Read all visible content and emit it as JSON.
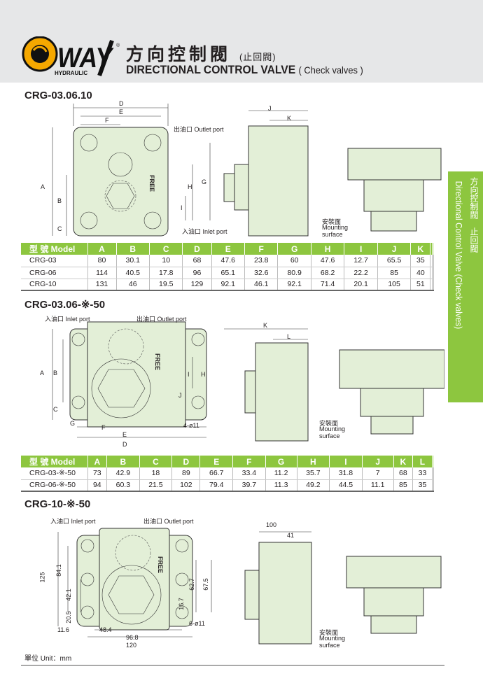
{
  "header": {
    "brand": "WAY",
    "brand_sub": "HYDRAULIC",
    "title_cn": "方向控制閥",
    "title_cn_sub": "(止回閥)",
    "title_en": "DIRECTIONAL CONTROL VALVE",
    "title_en_sub": "( Check valves )"
  },
  "side_tab": {
    "cn": "方向控制閥　止回閥",
    "en": "Directional Control Valve (Check valves)"
  },
  "colors": {
    "accent": "#8dc63f",
    "header_bg": "#e6e7e8",
    "body_fill": "#e3efd7"
  },
  "section1": {
    "title": "CRG-03.06.10",
    "labels": {
      "outlet": "出油口 Outlet port",
      "inlet": "入油口 Inlet port",
      "mount_cn": "安裝面",
      "mount_en": "Mounting",
      "mount_en2": "surface",
      "free": "FREE",
      "D": "D",
      "E": "E",
      "F": "F",
      "A": "A",
      "B": "B",
      "C": "C",
      "G": "G",
      "H": "H",
      "I": "I",
      "J": "J",
      "K": "K"
    },
    "table": {
      "headers": [
        "型 號 Model",
        "A",
        "B",
        "C",
        "D",
        "E",
        "F",
        "G",
        "H",
        "I",
        "J",
        "K",
        "",
        ""
      ],
      "rows": [
        [
          "CRG-03",
          "80",
          "30.1",
          "10",
          "68",
          "47.6",
          "23.8",
          "60",
          "47.6",
          "12.7",
          "65.5",
          "35",
          "",
          ""
        ],
        [
          "CRG-06",
          "114",
          "40.5",
          "17.8",
          "96",
          "65.1",
          "32.6",
          "80.9",
          "68.2",
          "22.2",
          "85",
          "40",
          "",
          ""
        ],
        [
          "CRG-10",
          "131",
          "46",
          "19.5",
          "129",
          "92.1",
          "46.1",
          "92.1",
          "71.4",
          "20.1",
          "105",
          "51",
          "",
          ""
        ]
      ]
    }
  },
  "section2": {
    "title": "CRG-03.06-※-50",
    "labels": {
      "inlet": "入油口 Inlet port",
      "outlet": "出油口 Outlet port",
      "holes": "4-ø11",
      "mount_cn": "安裝面",
      "mount_en": "Mounting",
      "mount_en2": "surface",
      "free": "FREE",
      "A": "A",
      "B": "B",
      "C": "C",
      "D": "D",
      "E": "E",
      "F": "F",
      "G": "G",
      "H": "H",
      "I": "I",
      "J": "J",
      "K": "K",
      "L": "L"
    },
    "table": {
      "headers": [
        "型 號 Model",
        "A",
        "B",
        "C",
        "D",
        "E",
        "F",
        "G",
        "H",
        "I",
        "J",
        "K",
        "L",
        ""
      ],
      "rows": [
        [
          "CRG-03-※-50",
          "73",
          "42.9",
          "18",
          "89",
          "66.7",
          "33.4",
          "11.2",
          "35.7",
          "31.8",
          "7",
          "68",
          "33",
          ""
        ],
        [
          "CRG-06-※-50",
          "94",
          "60.3",
          "21.5",
          "102",
          "79.4",
          "39.7",
          "11.3",
          "49.2",
          "44.5",
          "11.1",
          "85",
          "35",
          ""
        ]
      ]
    }
  },
  "section3": {
    "title": "CRG-10-※-50",
    "labels": {
      "inlet": "入油口 Inlet port",
      "outlet": "出油口 Outlet port",
      "holes": "6-ø11",
      "mount_cn": "安裝面",
      "mount_en": "Mounting",
      "mount_en2": "surface",
      "free": "FREE",
      "d125": "125",
      "d84_1": "84.1",
      "d42_1": "42.1",
      "d20_5": "20.5",
      "d11_6": "11.6",
      "d48_4": "48.4",
      "d96_8": "96.8",
      "d120": "120",
      "d62_7": "62.7",
      "d67_5": "67.5",
      "d16_7": "16.7",
      "d100": "100",
      "d41": "41"
    }
  },
  "unit": "單位 Unit：mm"
}
